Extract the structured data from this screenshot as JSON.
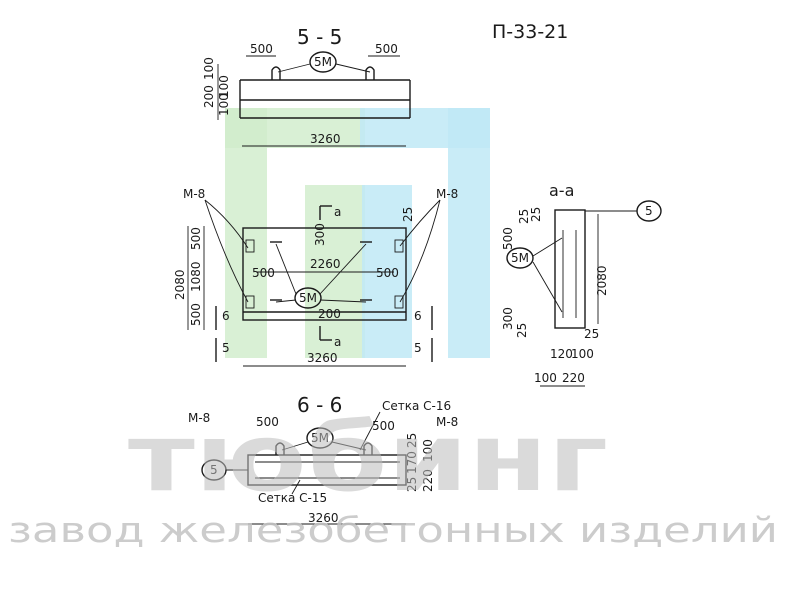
{
  "sheet_code": "П-33-21",
  "views": {
    "section_55": {
      "title": "5 - 5",
      "dims": {
        "left": "500",
        "right": "500",
        "width": "3260",
        "h1": "100",
        "h2": "100",
        "h3": "200",
        "h4": "100"
      },
      "callout": "5М"
    },
    "front": {
      "mark_left": "М-8",
      "mark_right": "М-8",
      "callout": "5М",
      "dims": {
        "inner": "2260",
        "left_off": "500",
        "right_off": "500",
        "height": "2080",
        "v_top": "500",
        "v_mid": "1080",
        "v_bot": "500",
        "top_small": "300",
        "bot_small": "200",
        "bottom_width": "3260",
        "right_small": "25"
      },
      "cuts": {
        "a": "а",
        "six": "6",
        "five": "5"
      }
    },
    "section_aa": {
      "title": "а-а",
      "callout_5": "5",
      "callout_5m": "5М",
      "dims": {
        "height": "2080",
        "top": "500",
        "top25": "25",
        "top25b": "25",
        "bot": "300",
        "b25a": "25",
        "b25b": "25",
        "b120": "120",
        "b100": "100",
        "b100b": "100",
        "b220": "220"
      }
    },
    "section_66": {
      "title": "6 - 6",
      "mark_left": "М-8",
      "mark_right": "М-8",
      "mesh_top": "Сетка С-16",
      "mesh_bot": "Сетка С-15",
      "callout_5m": "5М",
      "callout_5": "5",
      "dims": {
        "left": "500",
        "right": "500",
        "width": "3260",
        "h100": "100",
        "h220": "220",
        "h25a": "25",
        "h170": "170",
        "h25b": "25"
      }
    }
  },
  "watermark": {
    "brand": "тюбинг",
    "tagline": "завод железобетонных изделий"
  },
  "colors": {
    "ink": "#1a1a1a",
    "logo_green": "#cfeccb",
    "logo_blue": "#bfe9f6",
    "watermark": "#bdbdbd"
  }
}
